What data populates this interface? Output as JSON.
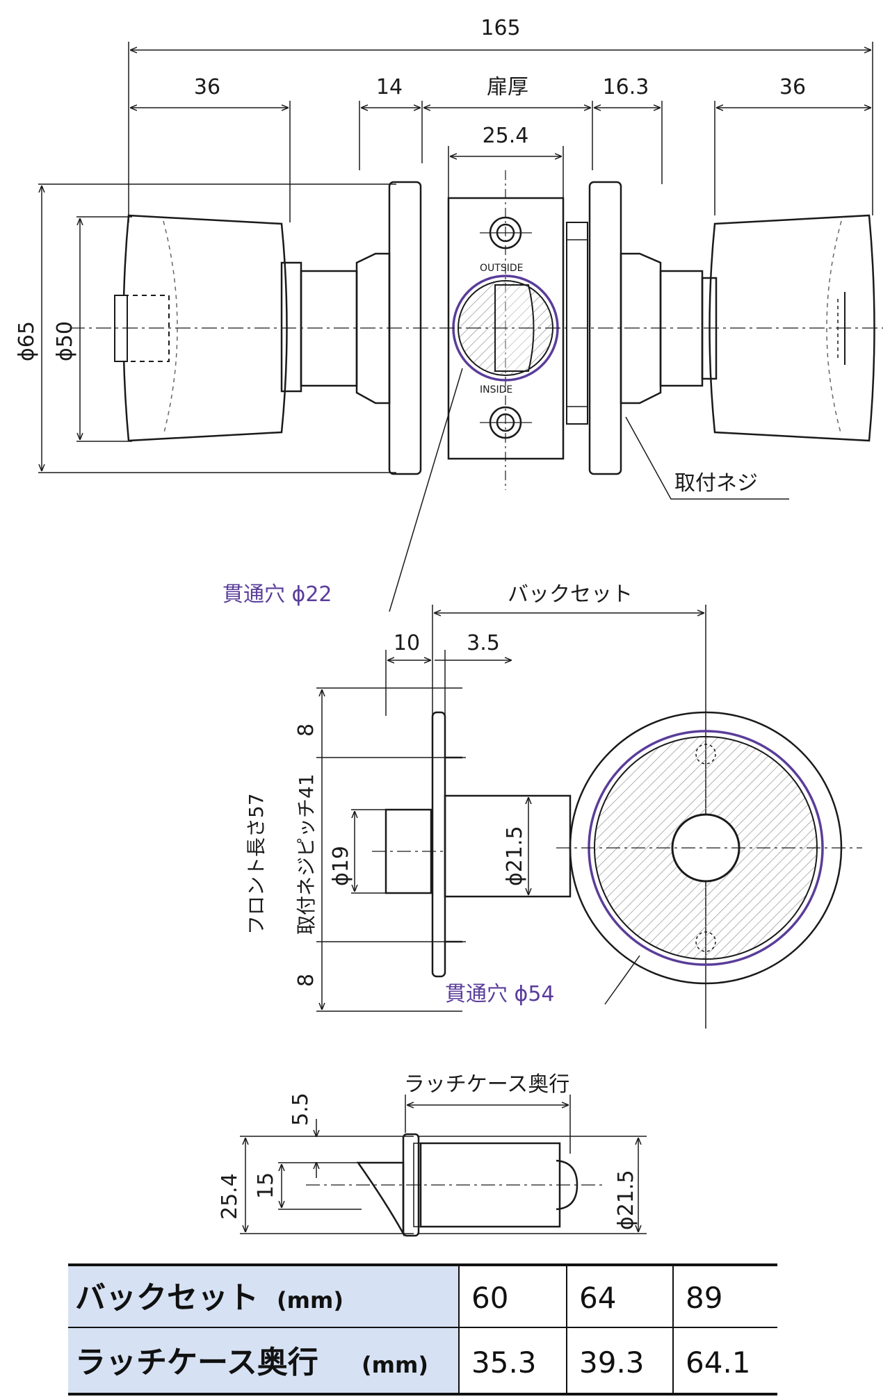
{
  "top_view": {
    "dim_overall": "165",
    "dim_knob_left": "36",
    "dim_rose_left": "14",
    "dim_door_thickness": "扉厚",
    "dim_right_gap": "16.3",
    "dim_knob_right": "36",
    "dim_latch_face": "25.4",
    "dia_rose": "ϕ65",
    "dia_knob": "ϕ50",
    "label_mount_screw": "取付ネジ",
    "label_through_hole": "貫通穴 ϕ22"
  },
  "side_view": {
    "label_backset": "バックセット",
    "dim_10": "10",
    "dim_3_5": "3.5",
    "dim_front_top": "8",
    "dim_front_bottom": "8",
    "label_front_length": "フロント長さ57",
    "label_screw_pitch": "取付ネジピッチ41",
    "dia_latch": "ϕ19",
    "dia_case": "ϕ21.5",
    "label_through_hole": "貫通穴 ϕ54"
  },
  "latch_view": {
    "label_case_depth": "ラッチケース奥行",
    "dim_5_5": "5.5",
    "dim_25_4": "25.4",
    "dim_15": "15",
    "dia_case": "ϕ21.5"
  },
  "table": {
    "rows": [
      {
        "label": "バックセット",
        "unit": "(mm)",
        "values": [
          "60",
          "64",
          "89"
        ]
      },
      {
        "label": "ラッチケース奥行",
        "unit": "(mm)",
        "values": [
          "35.3",
          "39.3",
          "64.1"
        ]
      }
    ]
  },
  "colors": {
    "line": "#1a1a1a",
    "accent": "#5a3d9a",
    "header_fill": "#d6e2f3"
  }
}
